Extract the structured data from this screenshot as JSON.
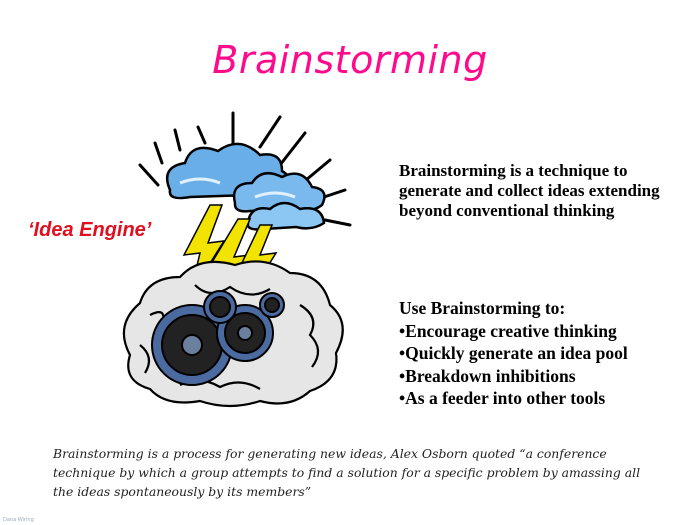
{
  "slide": {
    "title": "Brainstorming",
    "idea_engine_label": "‘Idea Engine’",
    "description": "Brainstorming is a technique to generate and collect ideas extending beyond conventional thinking",
    "use_heading": "Use Brainstorming to:",
    "use_items": [
      "Encourage creative thinking",
      "Quickly generate an idea pool",
      "Breakdown inhibitions",
      "As a feeder into other tools"
    ],
    "quote": "Brainstorming is a process for generating new ideas, Alex Osborn quoted “a conference technique by which a group attempts to find a solution for a specific problem by amassing all the ideas spontaneously by its members”",
    "watermark": "Dana Wiring"
  },
  "colors": {
    "title": "#ff0a8c",
    "idea_engine": "#e01020",
    "cloud": "#6aaee8",
    "lightning": "#f2e400",
    "brain": "#e6e6e6",
    "gear": "#4a6aa0"
  },
  "icons": {
    "illustration": "brain-with-gears-and-storm-clouds-illustration"
  }
}
